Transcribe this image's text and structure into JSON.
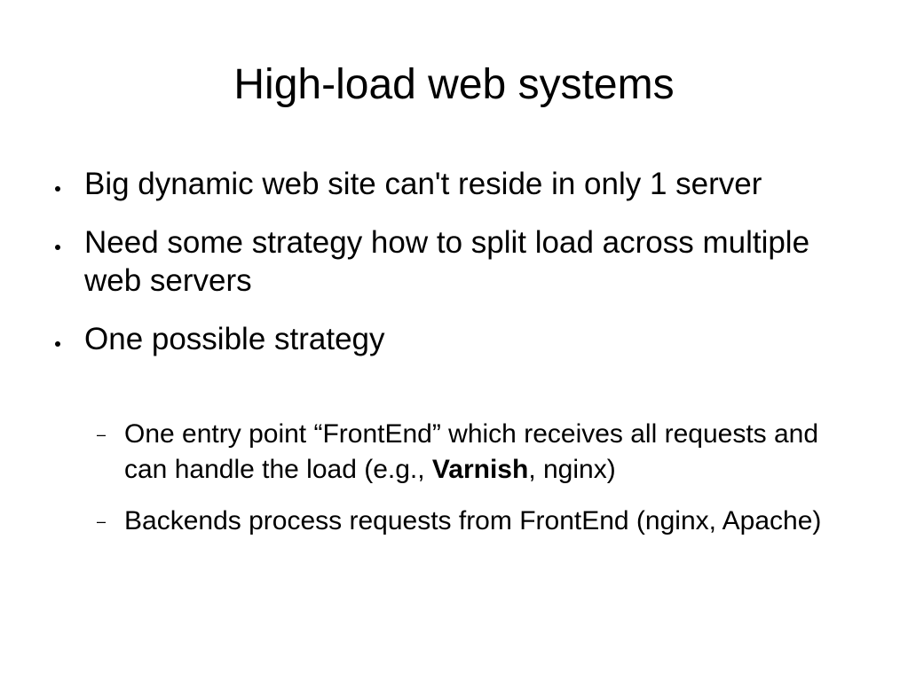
{
  "slide": {
    "title": "High-load web systems",
    "bullets": [
      {
        "text": "Big dynamic web site can't reside in only 1 server"
      },
      {
        "text": "Need some strategy how to split load across multiple web servers"
      },
      {
        "text": "One possible strategy",
        "sub_bullets": [
          {
            "marker": "–",
            "text_before": "One entry point “FrontEnd” which receives all requests and can handle the load (e.g., ",
            "text_bold": "Varnish",
            "text_after": ", nginx)"
          },
          {
            "marker": "–",
            "text": "Backends process requests from FrontEnd (nginx, Apache)"
          }
        ]
      }
    ]
  }
}
